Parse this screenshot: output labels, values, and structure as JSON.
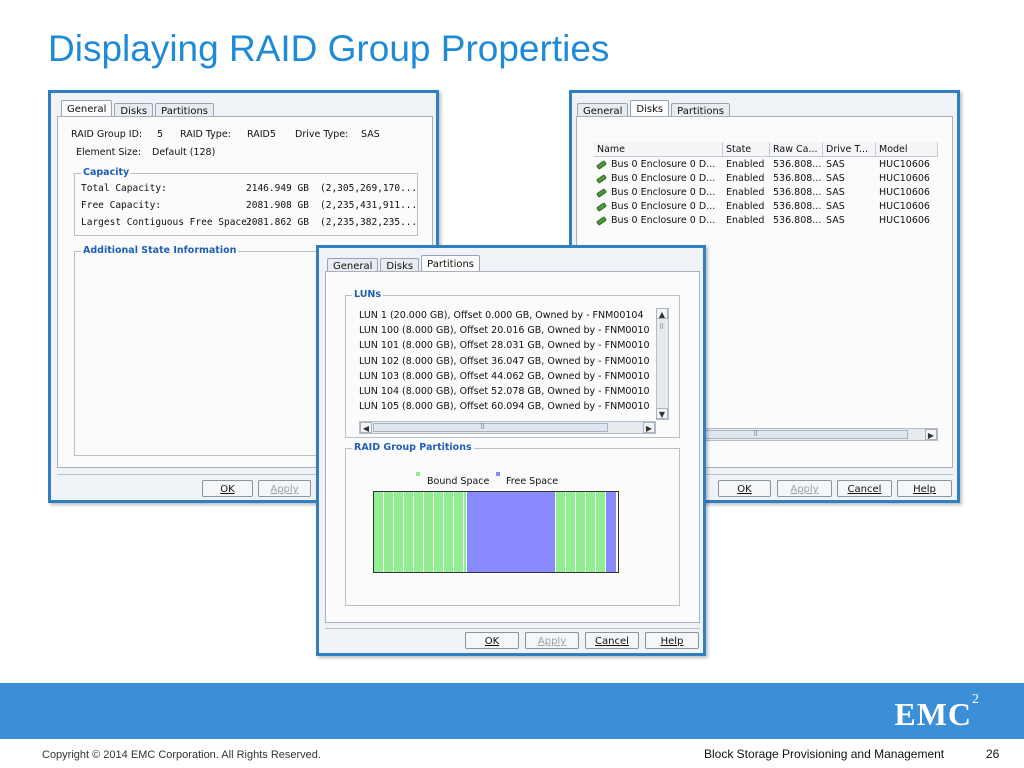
{
  "slide": {
    "title": "Displaying RAID Group Properties",
    "footer_copyright": "Copyright © 2014 EMC Corporation. All Rights Reserved.",
    "footer_section": "Block Storage Provisioning and Management",
    "page_number": "26",
    "logo_text": "EMC",
    "logo_super": "2",
    "footer_color": "#3a8fd7",
    "title_color": "#1f8ad6"
  },
  "tabs": {
    "general": "General",
    "disks": "Disks",
    "partitions": "Partitions"
  },
  "buttons": {
    "ok": "OK",
    "apply": "Apply",
    "cancel": "Cancel",
    "help": "Help"
  },
  "general_dialog": {
    "raid_group_id_label": "RAID Group ID:",
    "raid_group_id": "5",
    "raid_type_label": "RAID Type:",
    "raid_type": "RAID5",
    "drive_type_label": "Drive Type:",
    "drive_type": "SAS",
    "element_size_label": "Element Size:",
    "element_size": "Default (128)",
    "capacity_title": "Capacity",
    "capacity_rows": [
      {
        "label": "Total Capacity:",
        "value": "2146.949 GB",
        "blocks": "(2,305,269,170..."
      },
      {
        "label": "Free Capacity:",
        "value": "2081.908 GB",
        "blocks": "(2,235,431,911..."
      },
      {
        "label": "Largest Contiguous Free Space:",
        "value": "2081.862 GB",
        "blocks": "(2,235,382,235..."
      }
    ],
    "additional_title": "Additional State Information"
  },
  "disks_dialog": {
    "columns": [
      "Name",
      "State",
      "Raw Ca...",
      "Drive T...",
      "Model"
    ],
    "rows": [
      [
        "Bus 0 Enclosure 0 D...",
        "Enabled",
        "536.808...",
        "SAS",
        "HUC10606"
      ],
      [
        "Bus 0 Enclosure 0 D...",
        "Enabled",
        "536.808...",
        "SAS",
        "HUC10606"
      ],
      [
        "Bus 0 Enclosure 0 D...",
        "Enabled",
        "536.808...",
        "SAS",
        "HUC10606"
      ],
      [
        "Bus 0 Enclosure 0 D...",
        "Enabled",
        "536.808...",
        "SAS",
        "HUC10606"
      ],
      [
        "Bus 0 Enclosure 0 D...",
        "Enabled",
        "536.808...",
        "SAS",
        "HUC10606"
      ]
    ]
  },
  "partitions_dialog": {
    "luns_title": "LUNs",
    "luns": [
      "LUN 1 (20.000 GB), Offset 0.000 GB, Owned by - FNM00104",
      "LUN 100 (8.000 GB), Offset 20.016 GB, Owned by - FNM0010",
      "LUN 101 (8.000 GB), Offset 28.031 GB, Owned by - FNM0010",
      "LUN 102 (8.000 GB), Offset 36.047 GB, Owned by - FNM0010",
      "LUN 103 (8.000 GB), Offset 44.062 GB, Owned by - FNM0010",
      "LUN 104 (8.000 GB), Offset 52.078 GB, Owned by - FNM0010",
      "LUN 105 (8.000 GB), Offset 60.094 GB, Owned by - FNM0010"
    ],
    "partitions_title": "RAID Group Partitions",
    "legend": [
      {
        "label": "Bound Space",
        "color": "#90ee90"
      },
      {
        "label": "Free Space",
        "color": "#8a8aff"
      }
    ]
  },
  "icons": {
    "disk": "disk-drive-icon",
    "scroll_left": "arrow-left-icon",
    "scroll_right": "arrow-right-icon",
    "scroll_up": "arrow-up-icon",
    "scroll_down": "arrow-down-icon"
  }
}
